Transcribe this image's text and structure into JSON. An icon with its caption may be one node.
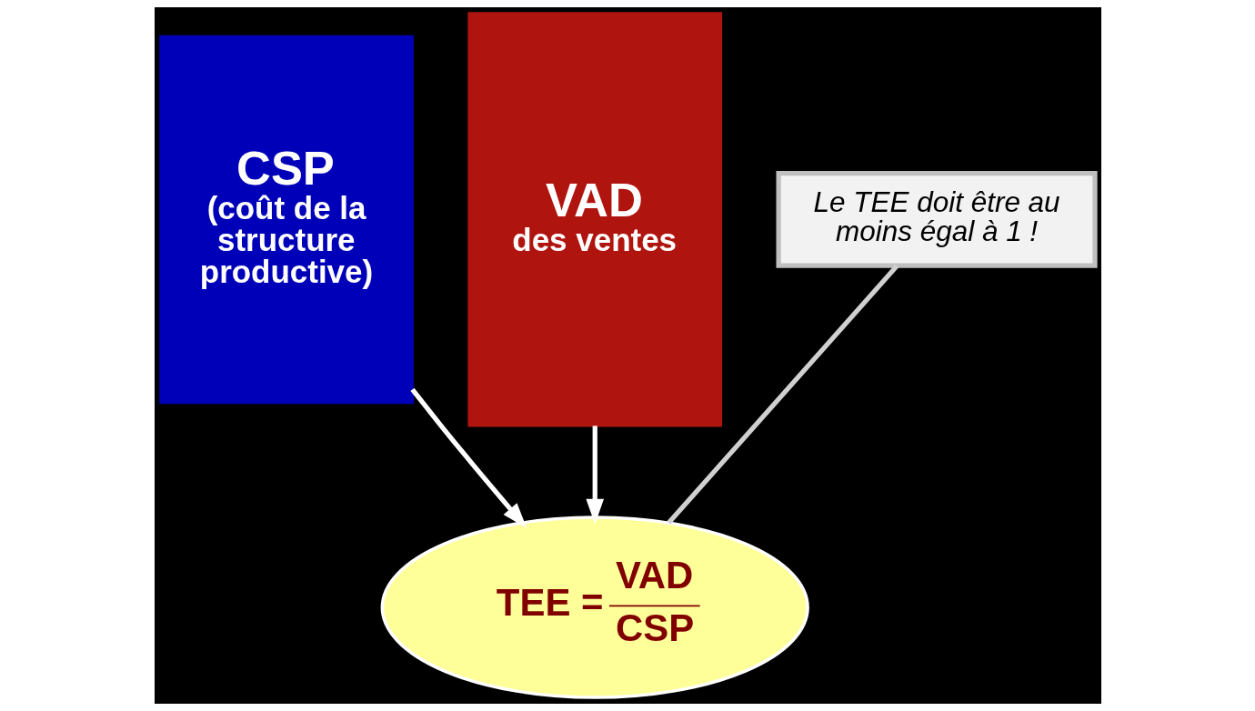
{
  "diagram": {
    "nodes": [
      {
        "text": [
          "CSP",
          "(coût de la structure productive)"
        ]
      },
      {
        "text": [
          "VAD",
          "des ventes"
        ]
      },
      {
        "text": [
          "TEE =",
          "VAD",
          "CSP"
        ]
      },
      {
        "text": [
          "Le TEE doit être au moins égal à 1 !"
        ]
      }
    ],
    "edges": [
      {
        "from": 0,
        "to": 2,
        "arrow": "to"
      },
      {
        "from": 1,
        "to": 2,
        "arrow": "to"
      },
      {
        "from": 3,
        "to": 2,
        "arrow": "none",
        "color": "#d0d0d0"
      }
    ]
  }
}
